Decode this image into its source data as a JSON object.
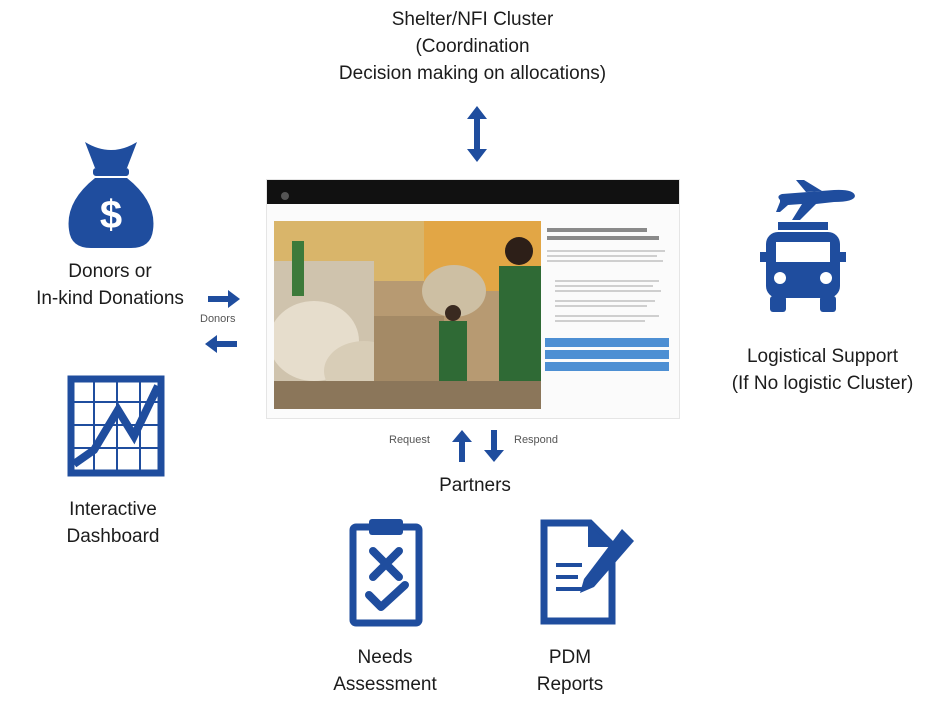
{
  "top": {
    "title_line1": "Shelter/NFI Cluster",
    "title_line2": "(Coordination",
    "title_line3": "Decision making on allocations)"
  },
  "left": {
    "donors_line1": "Donors or",
    "donors_line2": "In-kind Donations",
    "donors_arrow_label": "Donors",
    "dashboard_line1": "Interactive",
    "dashboard_line2": "Dashboard"
  },
  "right": {
    "logistics_line1": "Logistical Support",
    "logistics_line2": "(If No logistic Cluster)"
  },
  "center": {
    "request_label": "Request",
    "respond_label": "Respond",
    "partners_label": "Partners"
  },
  "bottom": {
    "needs_line1": "Needs",
    "needs_line2": "Assessment",
    "pdm_line1": "PDM",
    "pdm_line2": "Reports"
  },
  "icons": {
    "money_bag": "money-bag-icon",
    "airplane": "airplane-icon",
    "truck": "truck-icon",
    "chart": "line-chart-icon",
    "clipboard": "clipboard-checklist-icon",
    "report": "report-pencil-icon"
  },
  "colors": {
    "icon_blue": "#1f4d9e",
    "text": "#1c1c1c",
    "screen_bar": "#111111",
    "button_blue": "#4d8fd3"
  }
}
